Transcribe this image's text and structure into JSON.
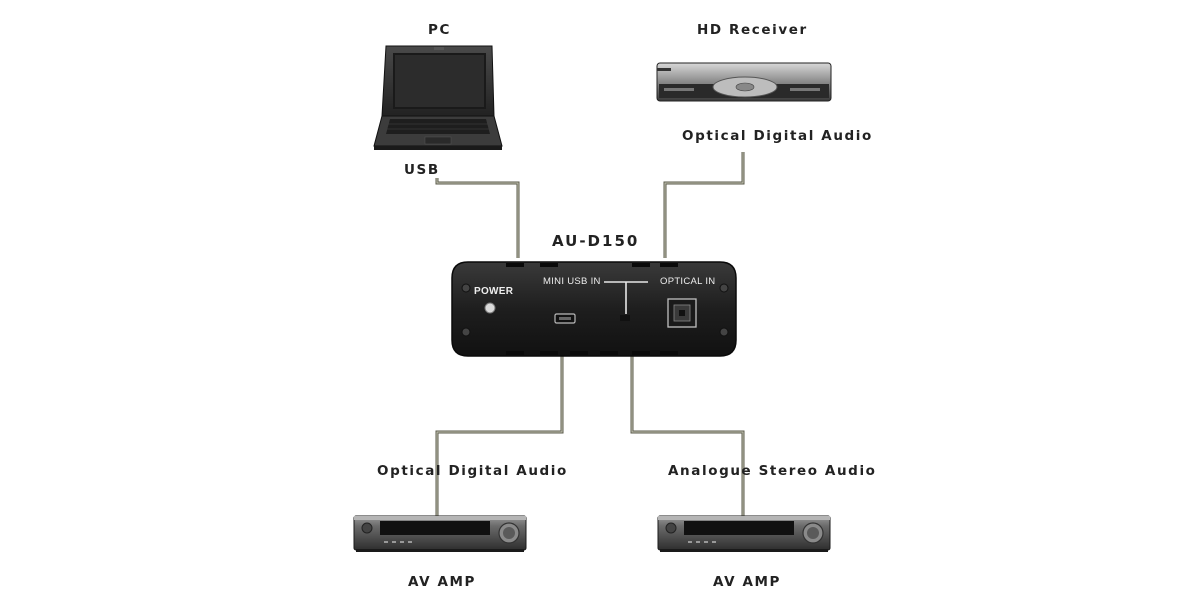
{
  "devices": {
    "pc": {
      "label": "PC",
      "port": "USB",
      "icon": "laptop-icon"
    },
    "hd_receiver": {
      "label": "HD Receiver",
      "port": "Optical Digital Audio",
      "icon": "set-top-box-icon"
    },
    "converter": {
      "model": "AU-D150",
      "power_label": "POWER",
      "usb_label": "MINI USB IN",
      "optical_label": "OPTICAL IN",
      "icon": "converter-box-icon"
    },
    "amp_left": {
      "label": "AV AMP",
      "port": "Optical Digital Audio",
      "icon": "av-amplifier-icon"
    },
    "amp_right": {
      "label": "AV AMP",
      "port": "Analogue Stereo Audio",
      "icon": "av-amplifier-icon"
    }
  },
  "colors": {
    "cable": "#5a5a4a",
    "cable_core": "#c8c8b8",
    "device_body": "#2a2a2a",
    "label_text": "#222222"
  }
}
